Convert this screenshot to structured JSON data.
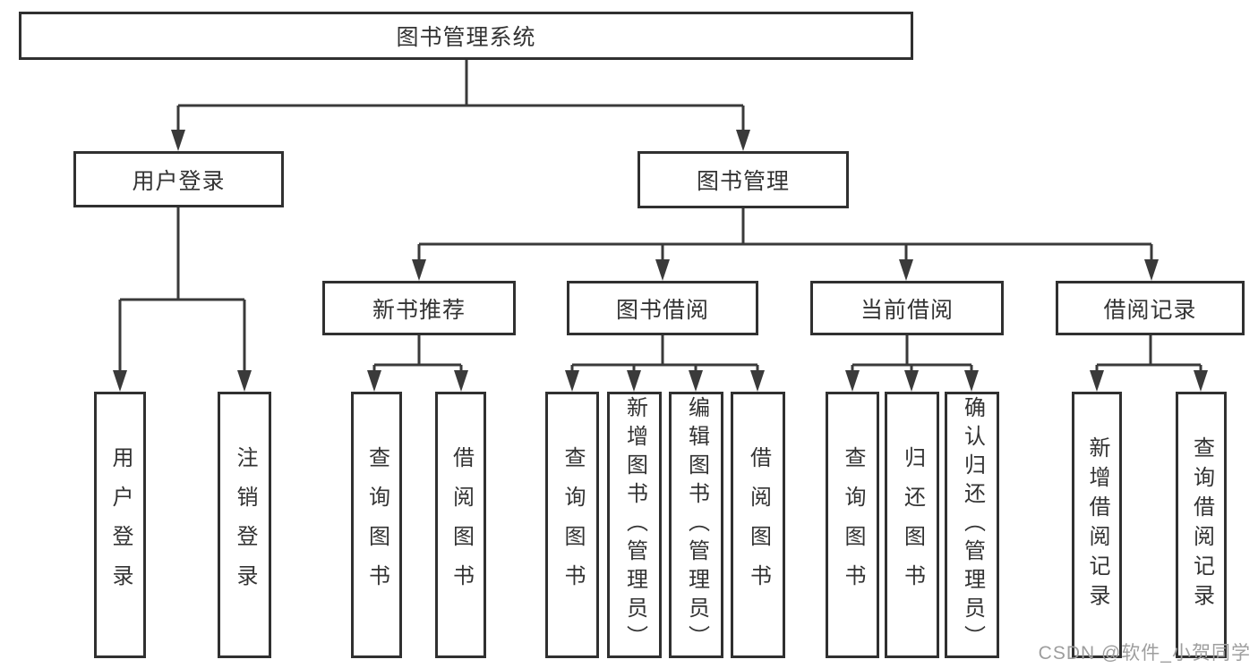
{
  "diagram": {
    "tree": {
      "label": "图书管理系统",
      "children": [
        {
          "label": "用户登录",
          "children": [
            {
              "label": "用户登录"
            },
            {
              "label": "注销登录"
            }
          ]
        },
        {
          "label": "图书管理",
          "children": [
            {
              "label": "新书推荐",
              "children": [
                {
                  "label": "查询图书"
                },
                {
                  "label": "借阅图书"
                }
              ]
            },
            {
              "label": "图书借阅",
              "children": [
                {
                  "label": "查询图书"
                },
                {
                  "label": "新增图书（管理员）"
                },
                {
                  "label": "编辑图书（管理员）"
                },
                {
                  "label": "借阅图书"
                }
              ]
            },
            {
              "label": "当前借阅",
              "children": [
                {
                  "label": "查询图书"
                },
                {
                  "label": "归还图书"
                },
                {
                  "label": "确认归还（管理员）"
                }
              ]
            },
            {
              "label": "借阅记录",
              "children": [
                {
                  "label": "新增借阅记录"
                },
                {
                  "label": "查询借阅记录"
                }
              ]
            }
          ]
        }
      ]
    }
  },
  "watermark": {
    "text": "CSDN @软件_小贺同学"
  },
  "colors": {
    "background": "#ffffff",
    "line": "#3a3a3a",
    "border": "#303030",
    "text": "#333333",
    "watermark": "#9e9e9e"
  }
}
